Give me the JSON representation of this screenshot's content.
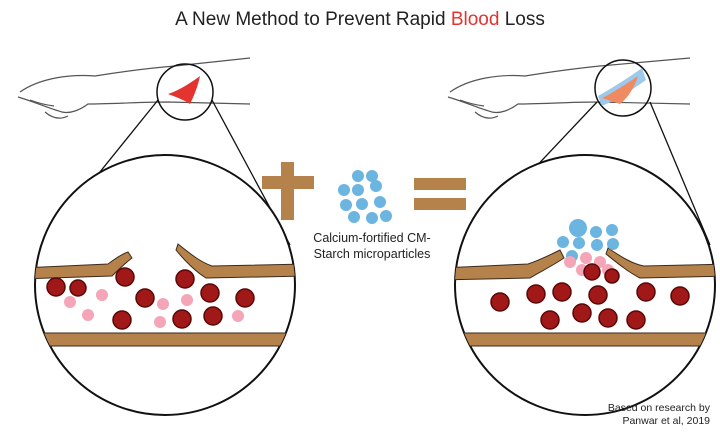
{
  "title": {
    "before": "A New Method to Prevent Rapid ",
    "highlight": "Blood",
    "after": " Loss",
    "highlight_color": "#e3342f"
  },
  "particles_label": {
    "line1": "Calcium-fortified CM-",
    "line2": "Starch microparticles"
  },
  "credit": {
    "line1": "Based on research by",
    "line2": "Panwar et al, 2019"
  },
  "colors": {
    "vessel_wall": "#b5824c",
    "vessel_wall_stroke": "#3a2a1a",
    "red_blood_cell": "#a01818",
    "red_blood_cell_dark": "#5a0808",
    "platelet": "#f4a5b8",
    "microparticle": "#6bb5e0",
    "wound": "#e3342f",
    "operator": "#b5824c"
  },
  "icons": {
    "plus": "plus-sign-icon",
    "equals": "equals-sign-icon"
  }
}
